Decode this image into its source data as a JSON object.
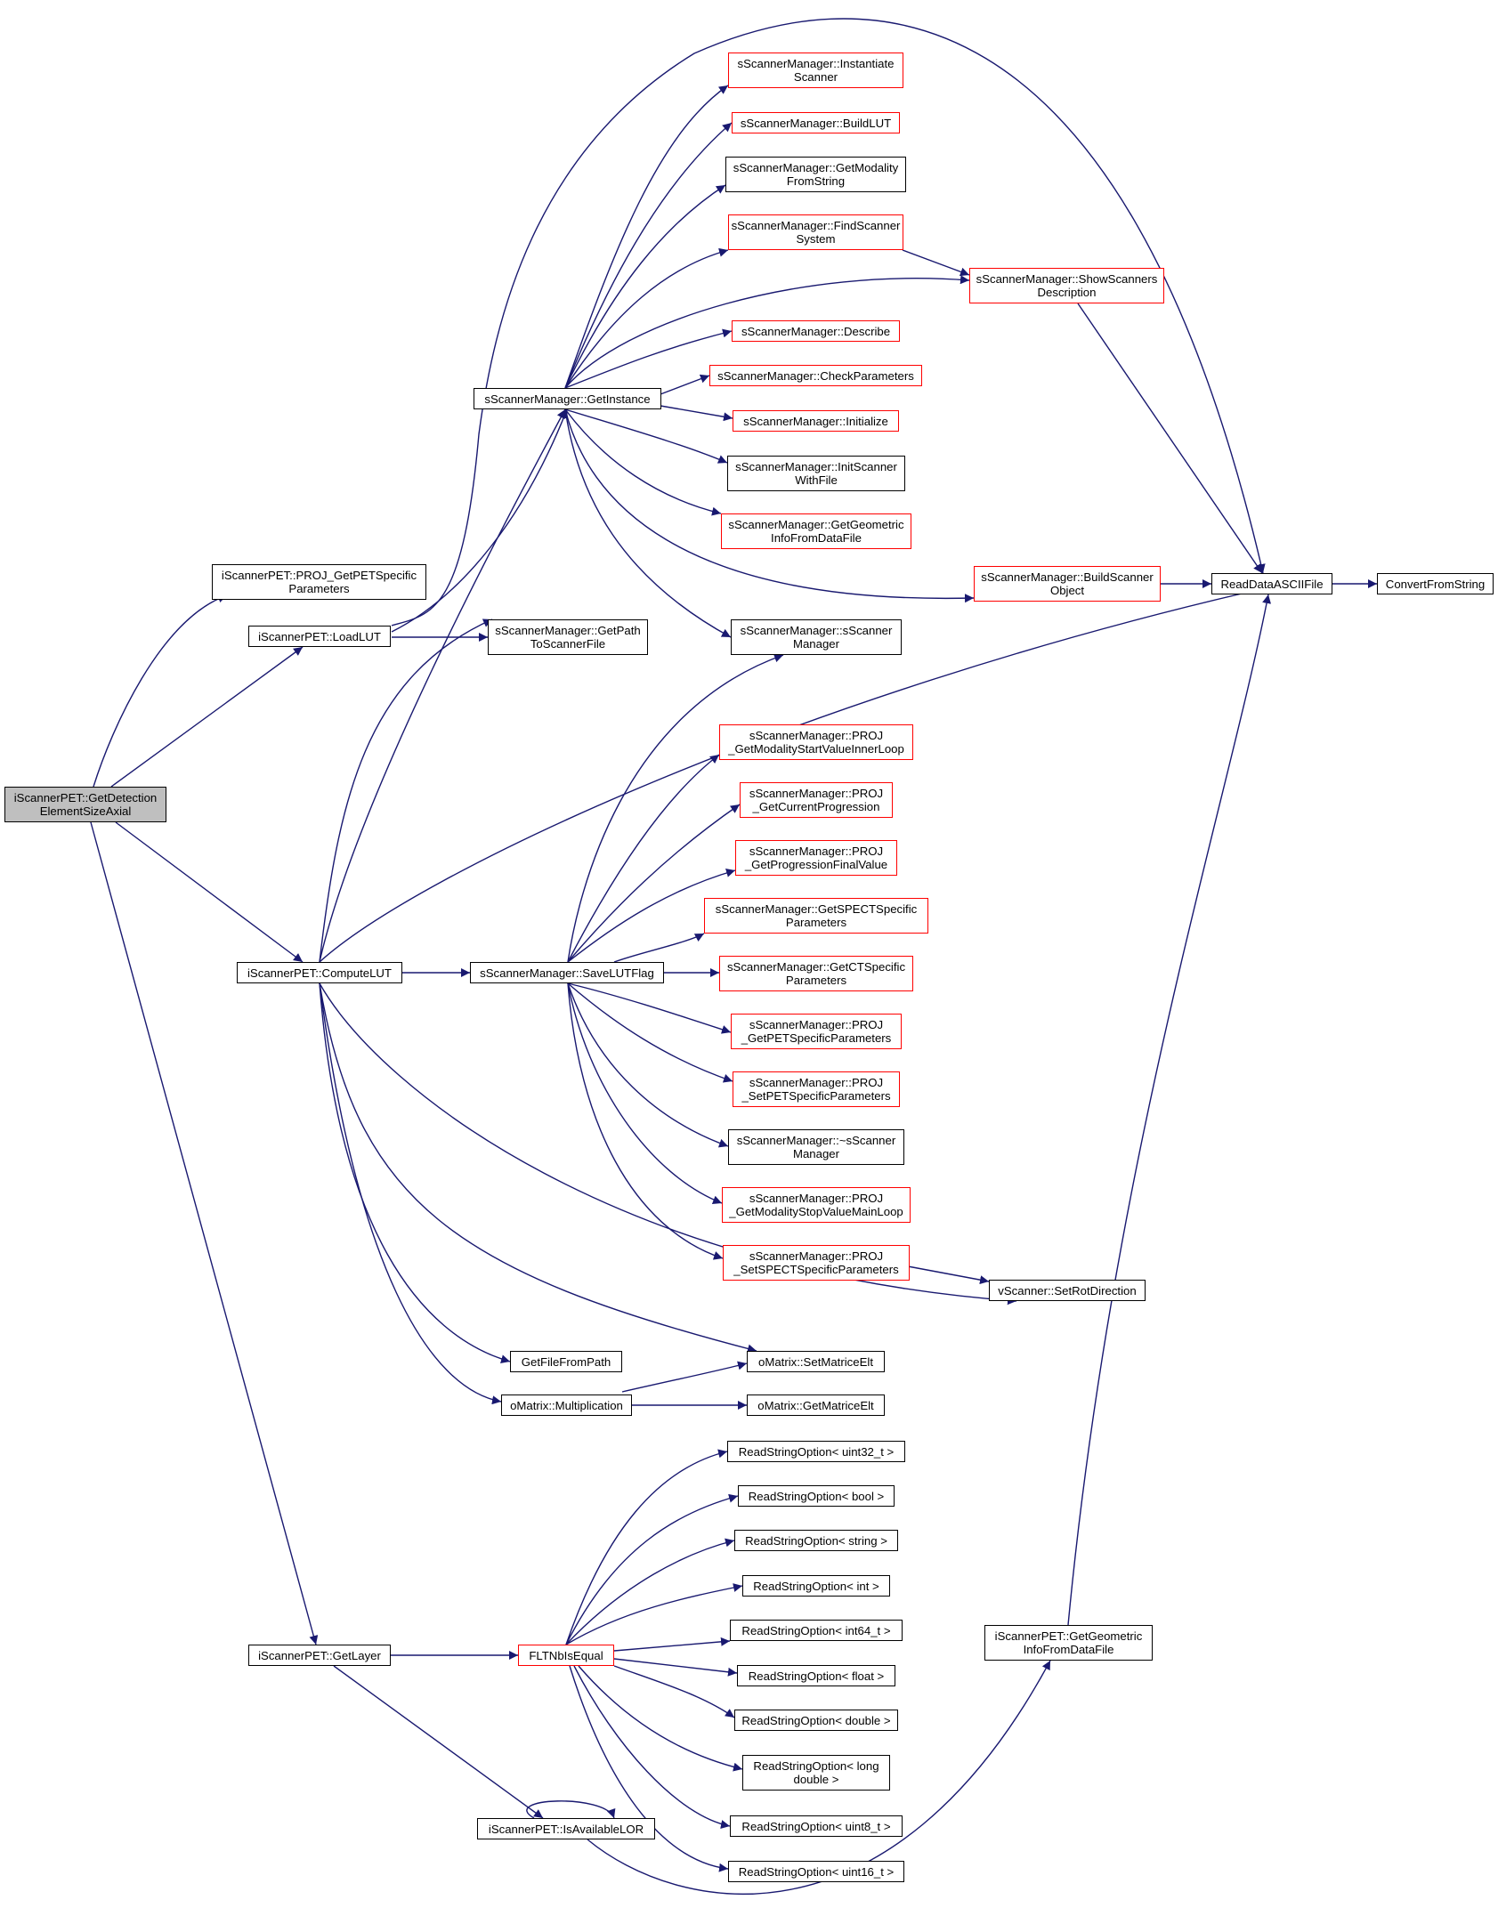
{
  "colors": {
    "edge": "#191970",
    "documented_border": "#000000",
    "undocumented_border": "#ff0000",
    "root_fill": "#bfbfbf"
  },
  "nodes": {
    "root": "iScannerPET::GetDetection\nElementSizeAxial",
    "proj_getpet": "iScannerPET::PROJ_GetPETSpecific\nParameters",
    "loadlut": "iScannerPET::LoadLUT",
    "computelut": "iScannerPET::ComputeLUT",
    "getlayer": "iScannerPET::GetLayer",
    "getinstance": "sScannerManager::GetInstance",
    "getpath": "sScannerManager::GetPath\nToScannerFile",
    "savelutflag": "sScannerManager::SaveLUTFlag",
    "getfilefrompath": "GetFileFromPath",
    "multiplication": "oMatrix::Multiplication",
    "fltnbisequal": "FLTNbIsEqual",
    "isavailablelor": "iScannerPET::IsAvailableLOR",
    "instantiate": "sScannerManager::Instantiate\nScanner",
    "buildlut": "sScannerManager::BuildLUT",
    "getmodality": "sScannerManager::GetModality\nFromString",
    "findscanner": "sScannerManager::FindScanner\nSystem",
    "describe": "sScannerManager::Describe",
    "checkparams": "sScannerManager::CheckParameters",
    "initialize": "sScannerManager::Initialize",
    "initscanner": "sScannerManager::InitScanner\nWithFile",
    "getgeometric_sm": "sScannerManager::GetGeometric\nInfoFromDataFile",
    "sscannermanager": "sScannerManager::sScanner\nManager",
    "proj_startvalue": "sScannerManager::PROJ\n_GetModalityStartValueInnerLoop",
    "proj_currentprog": "sScannerManager::PROJ\n_GetCurrentProgression",
    "proj_progfinal": "sScannerManager::PROJ\n_GetProgressionFinalValue",
    "getspect": "sScannerManager::GetSPECTSpecific\nParameters",
    "getct": "sScannerManager::GetCTSpecific\nParameters",
    "proj_getpetparams": "sScannerManager::PROJ\n_GetPETSpecificParameters",
    "proj_setpetparams": "sScannerManager::PROJ\n_SetPETSpecificParameters",
    "destructor": "sScannerManager::~sScanner\nManager",
    "proj_stopvalue": "sScannerManager::PROJ\n_GetModalityStopValueMainLoop",
    "proj_setspect": "sScannerManager::PROJ\n_SetSPECTSpecificParameters",
    "setmatriceelt": "oMatrix::SetMatriceElt",
    "getmatriceelt": "oMatrix::GetMatriceElt",
    "showscanners": "sScannerManager::ShowScanners\nDescription",
    "buildscannerobj": "sScannerManager::BuildScanner\nObject",
    "setrotdirection": "vScanner::SetRotDirection",
    "getgeometric_pet": "iScannerPET::GetGeometric\nInfoFromDataFile",
    "readdataascii": "ReadDataASCIIFile",
    "convertfromstring": "ConvertFromString",
    "rso_uint32": "ReadStringOption< uint32_t >",
    "rso_bool": "ReadStringOption< bool >",
    "rso_string": "ReadStringOption< string >",
    "rso_int": "ReadStringOption< int >",
    "rso_int64": "ReadStringOption< int64_t >",
    "rso_float": "ReadStringOption< float >",
    "rso_double": "ReadStringOption< double >",
    "rso_longdouble": "ReadStringOption< long\ndouble >",
    "rso_uint8": "ReadStringOption< uint8_t >",
    "rso_uint16": "ReadStringOption< uint16_t >"
  }
}
